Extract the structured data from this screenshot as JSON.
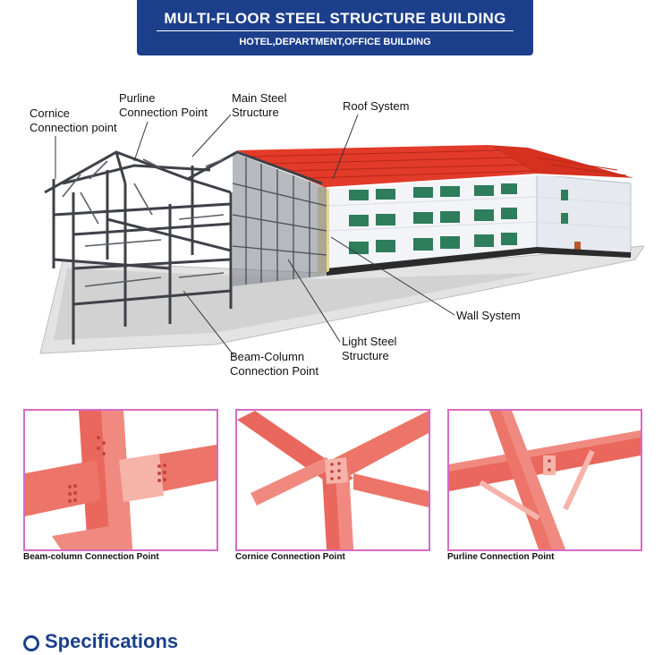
{
  "banner": {
    "title": "MULTI-FLOOR STEEL STRUCTURE BUILDING",
    "subtitle": "HOTEL,DEPARTMENT,OFFICE BUILDING"
  },
  "callouts": {
    "cornice": [
      "Cornice",
      "Connection point"
    ],
    "purline": [
      "Purline",
      "Connection Point"
    ],
    "main_steel": [
      "Main Steel",
      "Structure"
    ],
    "roof": [
      "Roof System"
    ],
    "wall": [
      "Wall System"
    ],
    "light_steel": [
      "Light Steel",
      "Structure"
    ],
    "beam_column": [
      "Beam-Column",
      "Connection Point"
    ]
  },
  "details": [
    {
      "caption": "Beam-column Connection Point"
    },
    {
      "caption": "Cornice Connection Point"
    },
    {
      "caption": "Purline Connection Point"
    }
  ],
  "specifications": {
    "heading": "Specifications",
    "icon": "circle-bullet-icon"
  },
  "colors": {
    "brand_blue": "#1c3f8c",
    "roof_red": "#e23b2a",
    "steel_red": "#e9675c",
    "frame_border": "#d56bc6"
  }
}
